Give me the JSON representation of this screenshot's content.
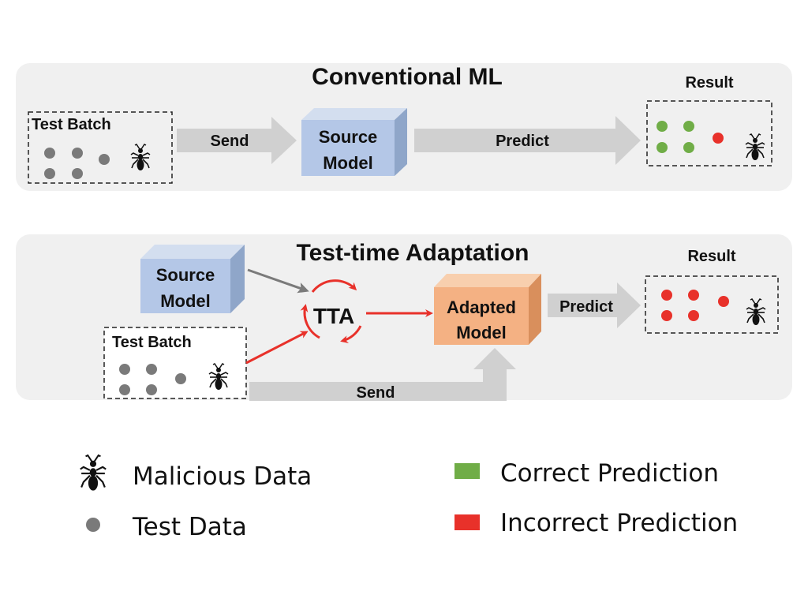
{
  "conventional": {
    "title": "Conventional ML",
    "test_batch_label": "Test Batch",
    "send_label": "Send",
    "model_label_line1": "Source",
    "model_label_line2": "Model",
    "predict_label": "Predict",
    "result_label": "Result"
  },
  "tta": {
    "title": "Test-time Adaptation",
    "source_model_line1": "Source",
    "source_model_line2": "Model",
    "tta_label": "TTA",
    "adapted_model_line1": "Adapted",
    "adapted_model_line2": "Model",
    "predict_label": "Predict",
    "result_label": "Result",
    "test_batch_label": "Test Batch",
    "send_label": "Send"
  },
  "legend": {
    "malicious_label": "Malicious Data",
    "test_data_label": "Test Data",
    "correct_label": "Correct Prediction",
    "incorrect_label": "Incorrect Prediction"
  },
  "colors": {
    "panel_bg": "#f0f0f0",
    "test_data": "#7a7a7a",
    "correct": "#70ad47",
    "incorrect": "#e8312a",
    "source_model": "#b4c7e7",
    "adapted_model": "#f4b183",
    "arrow_gray": "#d0d0d0",
    "tta_arrow": "#e8312a"
  }
}
